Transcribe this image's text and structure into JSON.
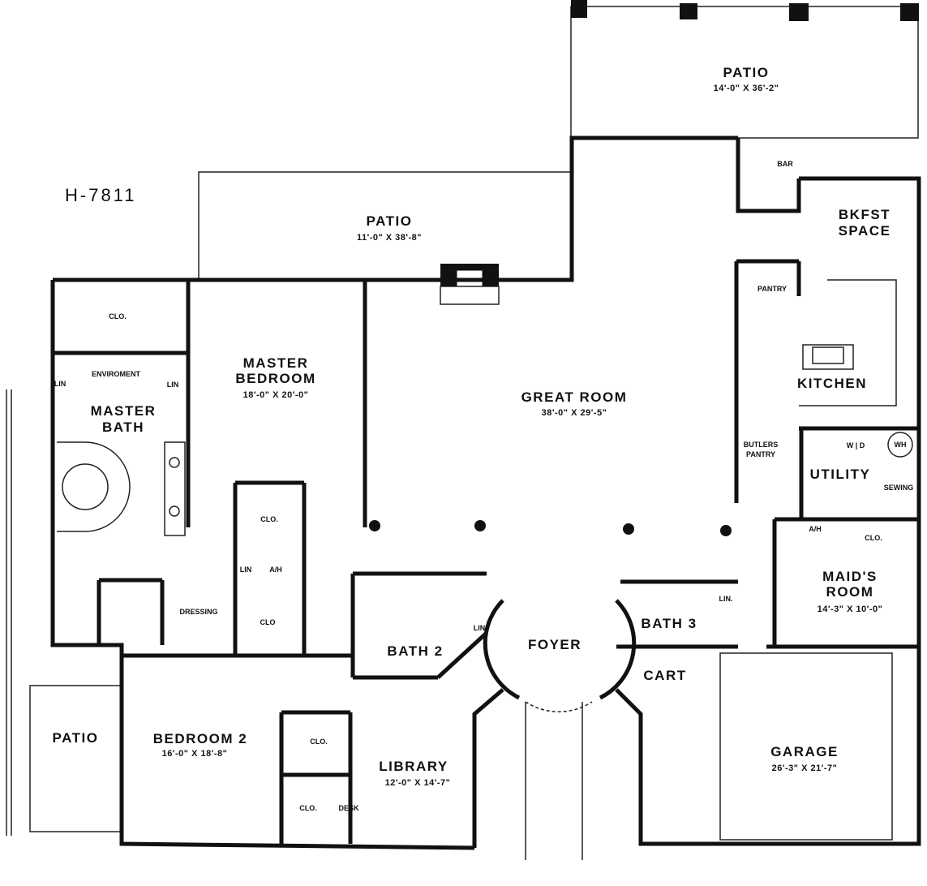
{
  "plan": {
    "id": "H-7811"
  },
  "rooms": {
    "patio_top": {
      "name": "PATIO",
      "dim": "14'-0\" X 36'-2\""
    },
    "patio_mid": {
      "name": "PATIO",
      "dim": "11'-0\" X 38'-8\""
    },
    "patio_left": {
      "name": "PATIO"
    },
    "bar": "BAR",
    "bkfst": {
      "line1": "BKFST",
      "line2": "SPACE"
    },
    "pantry": "PANTRY",
    "kitchen": "KITCHEN",
    "butlers_pantry": {
      "line1": "BUTLERS",
      "line2": "PANTRY"
    },
    "wd": "W | D",
    "wh": "WH",
    "utility": "UTILITY",
    "sewing": "SEWING",
    "ah_utility": "A/H",
    "clo_utility": "CLO.",
    "maids_room": {
      "line1": "MAID'S",
      "line2": "ROOM",
      "dim": "14'-3\" X 10'-0\""
    },
    "great_room": {
      "name": "GREAT ROOM",
      "dim": "38'-0\" X 29'-5\""
    },
    "master_bedroom": {
      "line1": "MASTER",
      "line2": "BEDROOM",
      "dim": "18'-0\" X 20'-0\""
    },
    "master_clo": "CLO.",
    "environment": "ENVIROMENT",
    "lin_left": "LIN",
    "lin_right": "LIN",
    "master_bath": {
      "line1": "MASTER",
      "line2": "BATH"
    },
    "clo_mid": "CLO.",
    "lin_mid": "LIN",
    "ah_mid": "A/H",
    "clo_low": "CLO",
    "dressing": "DRESSING",
    "bath2": "BATH 2",
    "lin_bath2": "LIN",
    "foyer": "FOYER",
    "bath3": "BATH 3",
    "lin_bath3": "LIN.",
    "cart": "CART",
    "garage": {
      "name": "GARAGE",
      "dim": "26'-3\" X 21'-7\""
    },
    "bedroom2": {
      "name": "BEDROOM 2",
      "dim": "16'-0\" X 18'-8\""
    },
    "clo_bed2_a": "CLO.",
    "clo_bed2_b": "CLO.",
    "desk": "DESK",
    "library": {
      "name": "LIBRARY",
      "dim": "12'-0\" X 14'-7\""
    }
  }
}
